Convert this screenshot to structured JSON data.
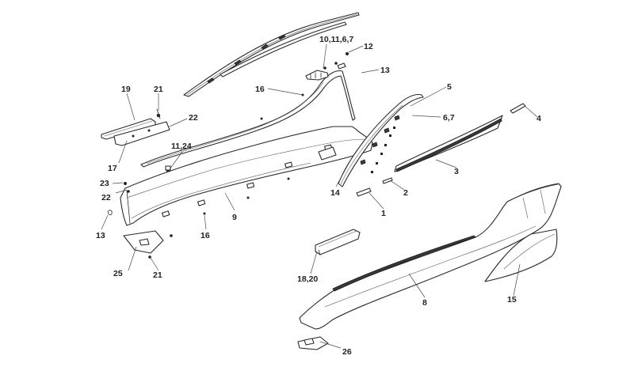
{
  "callouts": {
    "c1": "1",
    "c2": "2",
    "c3": "3",
    "c4": "4",
    "c5": "5",
    "c6_7": "6,7",
    "c8": "8",
    "c9": "9",
    "c10_11_6_7": "10,11,6,7",
    "c11_24": "11,24",
    "c12": "12",
    "c13_top": "13",
    "c13_left": "13",
    "c14": "14",
    "c15": "15",
    "c16_top": "16",
    "c16_bottom": "16",
    "c17": "17",
    "c18_20": "18,20",
    "c19": "19",
    "c21_top": "21",
    "c21_bottom": "21",
    "c22_top": "22",
    "c22_left": "22",
    "c23": "23",
    "c25": "25",
    "c26": "26"
  }
}
